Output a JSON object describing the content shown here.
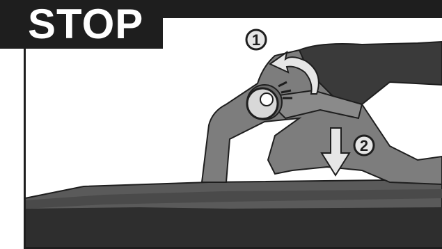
{
  "banner": {
    "text": "STOP"
  },
  "steps": [
    {
      "number": "1",
      "action": "rotate-knob-counterclockwise"
    },
    {
      "number": "2",
      "action": "press-down"
    }
  ],
  "colors": {
    "banner_bg": "#1e1e1e",
    "banner_text": "#ffffff",
    "body_gray": "#7d7d7d",
    "handle_dark": "#3a3a3a",
    "arrow_fill": "#e6e6e6",
    "outline": "#1e1e1e"
  },
  "icons": [
    "rotate-arrow-icon",
    "down-arrow-icon",
    "knob-icon",
    "tool-handle-illustration"
  ]
}
